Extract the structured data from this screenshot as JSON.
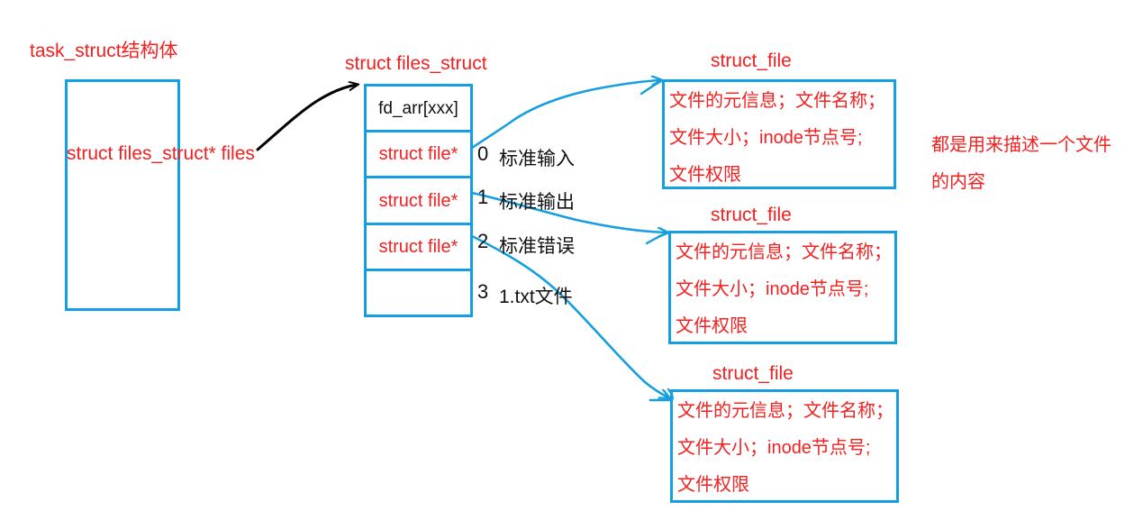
{
  "diagram": {
    "colors": {
      "box_blue": "#159fe0",
      "text_red": "#f42020",
      "text_black": "#111111",
      "arrow_black": "#000000"
    },
    "task_struct": {
      "title": "task_struct结构体",
      "field": "struct files_struct* files"
    },
    "files_struct": {
      "title": "struct files_struct",
      "rows": [
        {
          "label": "fd_arr[xxx]",
          "kind": "header"
        },
        {
          "label": "struct file*",
          "kind": "pointer"
        },
        {
          "label": "struct file*",
          "kind": "pointer"
        },
        {
          "label": "struct file*",
          "kind": "pointer"
        },
        {
          "label": "",
          "kind": "empty"
        }
      ],
      "descriptors": [
        {
          "index": "0",
          "desc": "标准输入"
        },
        {
          "index": "1",
          "desc": "标准输出"
        },
        {
          "index": "2",
          "desc": "标准错误"
        },
        {
          "index": "3",
          "desc": "1.txt文件"
        }
      ]
    },
    "struct_files": [
      {
        "title": "struct_file",
        "lines": [
          "文件的元信息；文件名称；",
          "文件大小；inode节点号;",
          "文件权限"
        ]
      },
      {
        "title": "struct_file",
        "lines": [
          "文件的元信息；文件名称；",
          "文件大小；inode节点号;",
          "文件权限"
        ]
      },
      {
        "title": "struct_file",
        "lines": [
          "文件的元信息；文件名称；",
          "文件大小；inode节点号;",
          "文件权限"
        ]
      }
    ],
    "note": {
      "line0": "都是用来描述一个文件",
      "line1": "的内容"
    }
  }
}
